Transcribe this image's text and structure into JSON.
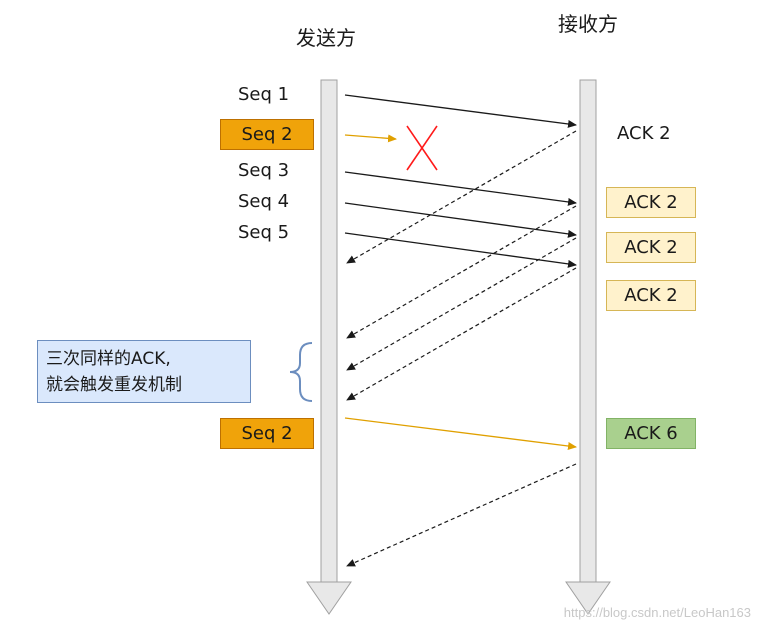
{
  "headers": {
    "sender": "发送方",
    "receiver": "接收方"
  },
  "sender_labels": {
    "seq1": "Seq 1",
    "seq2": "Seq 2",
    "seq3": "Seq 3",
    "seq4": "Seq 4",
    "seq5": "Seq 5",
    "retransmit": "Seq 2"
  },
  "receiver_labels": {
    "ack_first": "ACK 2",
    "dup_ack_1": "ACK 2",
    "dup_ack_2": "ACK 2",
    "dup_ack_3": "ACK 2",
    "ack_final": "ACK 6"
  },
  "note": {
    "line1": "三次同样的ACK,",
    "line2": "就会触发重发机制"
  },
  "watermark": "https://blog.csdn.net/LeoHan163",
  "colors": {
    "lost_packet": "#f0a30a",
    "lost_marker": "#ff1a1a",
    "retransmit_arrow": "#e0a000",
    "dup_ack_fill": "#fff2cc",
    "final_ack_fill": "#a9d08e",
    "note_fill": "#dae8fc",
    "timeline": "#e8e8e8"
  }
}
